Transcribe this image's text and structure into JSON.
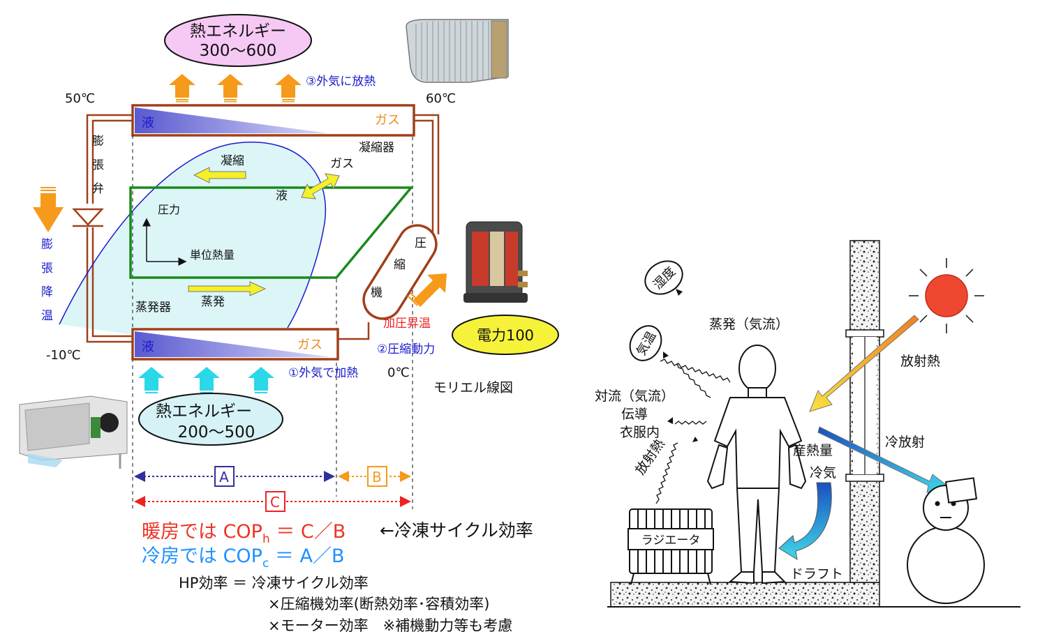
{
  "heat_pump": {
    "heat_out_label": "熱エネルギー",
    "heat_out_value": "300〜600",
    "heat_out_note": "③外気に放熱",
    "temp_top_left": "50℃",
    "temp_top_right": "60℃",
    "cond_liquid": "液",
    "cond_gas": "ガス",
    "condenser": "凝縮器",
    "valve_chars": [
      "膨",
      "張",
      "弁"
    ],
    "expansion_chars": [
      "膨",
      "張",
      "降",
      "温"
    ],
    "condense_label": "凝縮",
    "gas_label": "ガス",
    "liquid_label": "液",
    "pressure_label": "圧力",
    "enthalpy_label": "単位熱量",
    "evaporate_label": "蒸発",
    "evaporator": "蒸発器",
    "compressor_chars": [
      "圧",
      "縮",
      "機"
    ],
    "pressurize_label": "加圧昇温",
    "compress_power": "②圧縮動力",
    "power_label": "電力100",
    "temp_bottom_left": "-10℃",
    "evap_liquid": "液",
    "evap_gas": "ガス",
    "heat_in_note": "①外気で加熱",
    "temp_bottom_right": "0℃",
    "mollier": "モリエル線図",
    "heat_in_label": "熱エネルギー",
    "heat_in_value": "200〜500",
    "dim_a": "A",
    "dim_b": "B",
    "dim_c": "C",
    "cop_heat_prefix": "暖房では COP",
    "cop_heat_sub": "h",
    "cop_heat_suffix": " ＝ C／B",
    "cycle_efficiency": "←冷凍サイクル効率",
    "cop_cool_prefix": "冷房では COP",
    "cop_cool_sub": "c",
    "cop_cool_suffix": " ＝ A／B",
    "hp_line1": "HP効率 ＝ 冷凍サイクル効率",
    "hp_line2": "×圧縮機効率(断熱効率･容積効率)",
    "hp_line3": "×モーター効率　※補機動力等も考慮"
  },
  "thermal": {
    "humidity": "湿度",
    "air_temp": "気温",
    "evaporation": "蒸発（気流）",
    "convection": "対流（気流）",
    "conduction": "伝導",
    "clothing": "衣服内",
    "radiation_out": "放射熱",
    "radiant_heat": "放射熱",
    "cold_radiation": "冷放射",
    "heat_production": "産熱量",
    "cold_air": "冷気",
    "draft": "ドラフト",
    "radiator": "ラジエータ"
  },
  "colors": {
    "pipe": "#a0401a",
    "cycle": "#1a8a1a",
    "dome": "#1a1acc",
    "orange": "#f59a1a",
    "cyan": "#2ad8e8",
    "red_text": "#ee3322",
    "blue_text": "#1e90ff"
  }
}
